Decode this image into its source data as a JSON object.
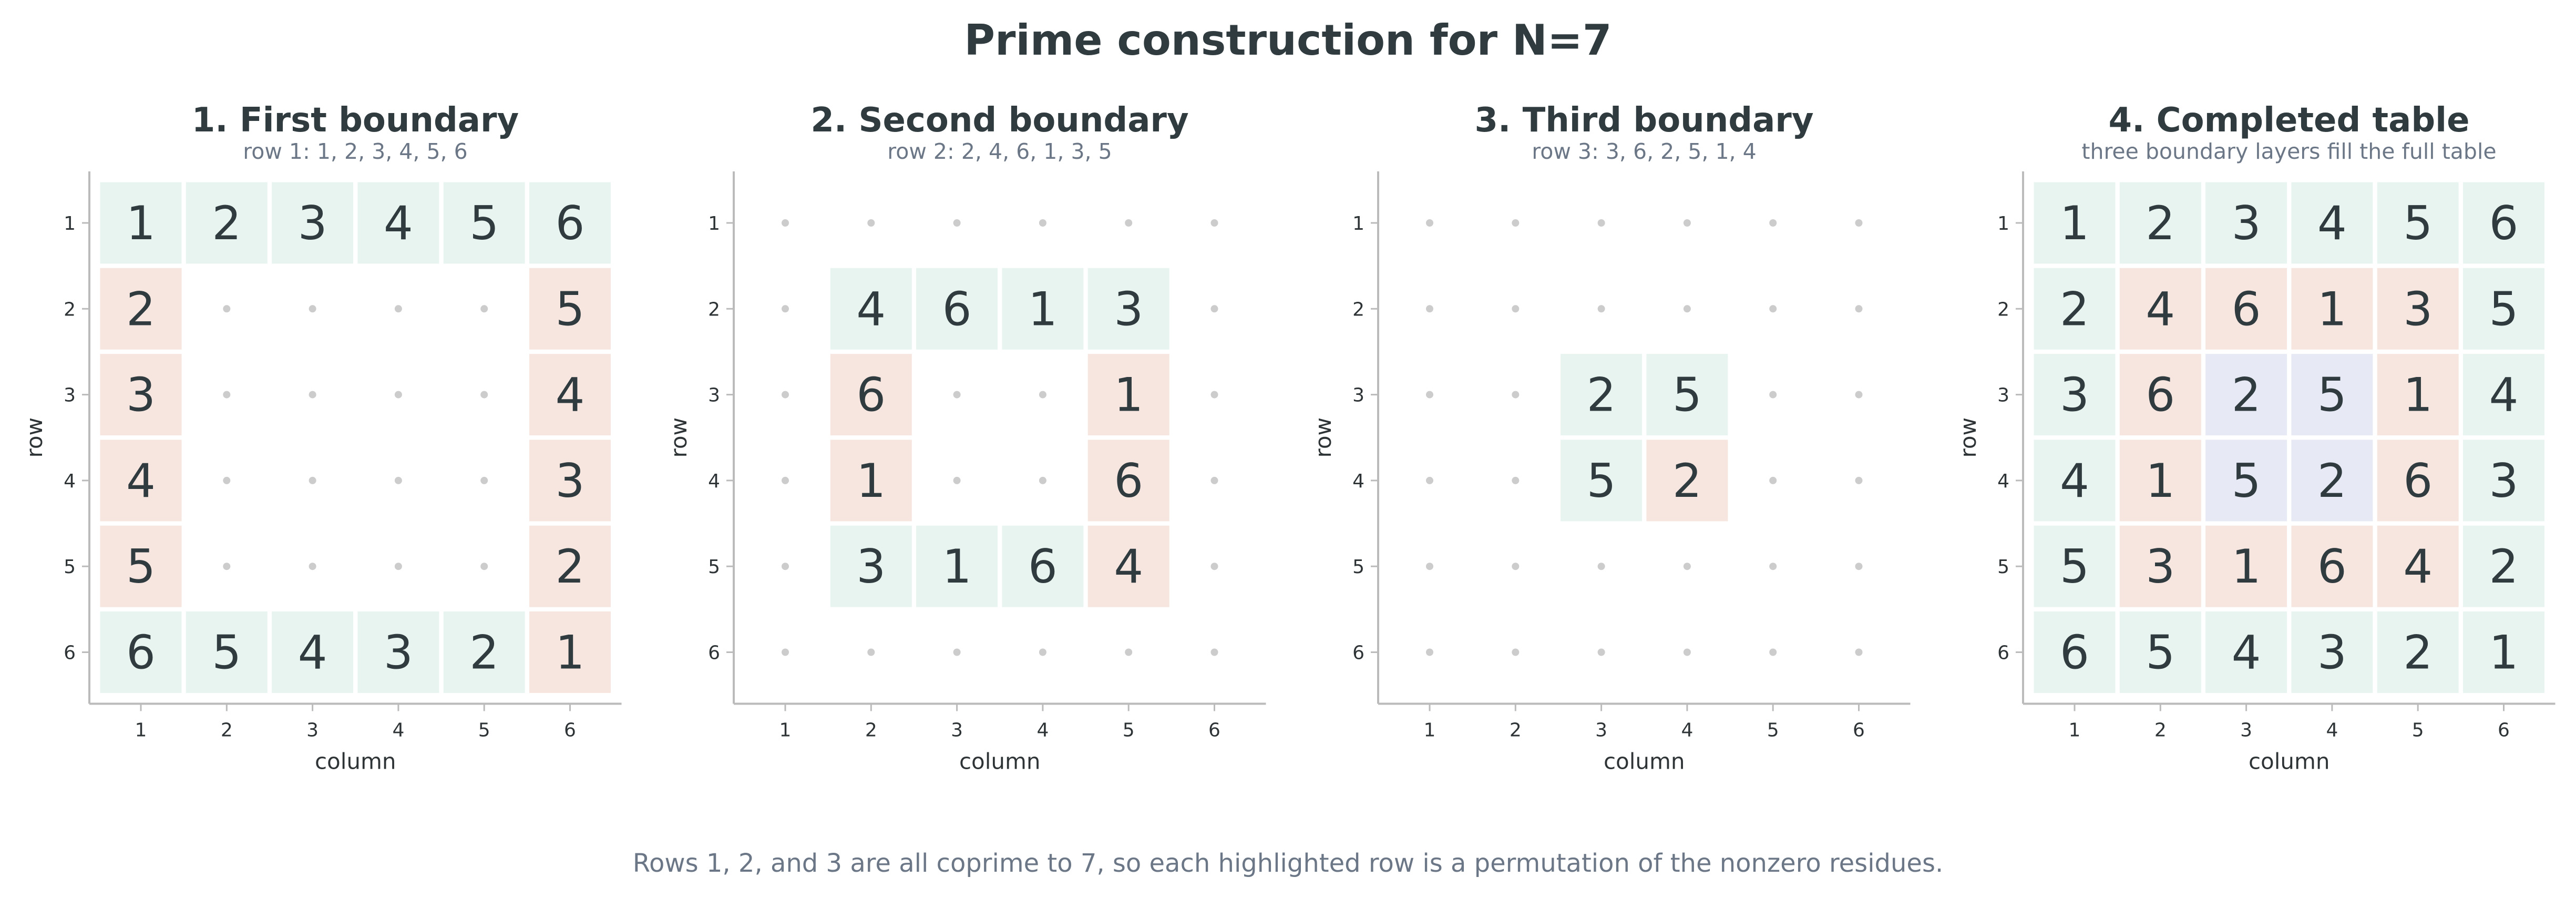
{
  "title": "Prime construction for N=7",
  "caption": "Rows 1, 2, and 3 are all coprime to 7, so each highlighted row is a permutation of the nonzero residues.",
  "colors": {
    "outer": "#e8f4ef",
    "second": "#f6e6df",
    "third": "#e7eaf4",
    "dot": "#cccccc",
    "axis": "#bbbbbb"
  },
  "axes": {
    "xlabel": "column",
    "ylabel": "row",
    "ticks": [
      "1",
      "2",
      "3",
      "4",
      "5",
      "6"
    ]
  },
  "panels": [
    {
      "title": "1. First boundary",
      "subtitle": "row 1: 1, 2, 3, 4, 5, 6",
      "cells": [
        {
          "r": 1,
          "c": 1,
          "v": "1",
          "s": "outer"
        },
        {
          "r": 1,
          "c": 2,
          "v": "2",
          "s": "outer"
        },
        {
          "r": 1,
          "c": 3,
          "v": "3",
          "s": "outer"
        },
        {
          "r": 1,
          "c": 4,
          "v": "4",
          "s": "outer"
        },
        {
          "r": 1,
          "c": 5,
          "v": "5",
          "s": "outer"
        },
        {
          "r": 1,
          "c": 6,
          "v": "6",
          "s": "outer"
        },
        {
          "r": 2,
          "c": 1,
          "v": "2",
          "s": "second"
        },
        {
          "r": 2,
          "c": 6,
          "v": "5",
          "s": "second"
        },
        {
          "r": 3,
          "c": 1,
          "v": "3",
          "s": "second"
        },
        {
          "r": 3,
          "c": 6,
          "v": "4",
          "s": "second"
        },
        {
          "r": 4,
          "c": 1,
          "v": "4",
          "s": "second"
        },
        {
          "r": 4,
          "c": 6,
          "v": "3",
          "s": "second"
        },
        {
          "r": 5,
          "c": 1,
          "v": "5",
          "s": "second"
        },
        {
          "r": 5,
          "c": 6,
          "v": "2",
          "s": "second"
        },
        {
          "r": 6,
          "c": 1,
          "v": "6",
          "s": "outer"
        },
        {
          "r": 6,
          "c": 2,
          "v": "5",
          "s": "outer"
        },
        {
          "r": 6,
          "c": 3,
          "v": "4",
          "s": "outer"
        },
        {
          "r": 6,
          "c": 4,
          "v": "3",
          "s": "outer"
        },
        {
          "r": 6,
          "c": 5,
          "v": "2",
          "s": "outer"
        },
        {
          "r": 6,
          "c": 6,
          "v": "1",
          "s": "second"
        }
      ]
    },
    {
      "title": "2. Second boundary",
      "subtitle": "row 2: 2, 4, 6, 1, 3, 5",
      "cells": [
        {
          "r": 2,
          "c": 2,
          "v": "4",
          "s": "outer"
        },
        {
          "r": 2,
          "c": 3,
          "v": "6",
          "s": "outer"
        },
        {
          "r": 2,
          "c": 4,
          "v": "1",
          "s": "outer"
        },
        {
          "r": 2,
          "c": 5,
          "v": "3",
          "s": "outer"
        },
        {
          "r": 3,
          "c": 2,
          "v": "6",
          "s": "second"
        },
        {
          "r": 3,
          "c": 5,
          "v": "1",
          "s": "second"
        },
        {
          "r": 4,
          "c": 2,
          "v": "1",
          "s": "second"
        },
        {
          "r": 4,
          "c": 5,
          "v": "6",
          "s": "second"
        },
        {
          "r": 5,
          "c": 2,
          "v": "3",
          "s": "outer"
        },
        {
          "r": 5,
          "c": 3,
          "v": "1",
          "s": "outer"
        },
        {
          "r": 5,
          "c": 4,
          "v": "6",
          "s": "outer"
        },
        {
          "r": 5,
          "c": 5,
          "v": "4",
          "s": "second"
        }
      ]
    },
    {
      "title": "3. Third boundary",
      "subtitle": "row 3: 3, 6, 2, 5, 1, 4",
      "cells": [
        {
          "r": 3,
          "c": 3,
          "v": "2",
          "s": "outer"
        },
        {
          "r": 3,
          "c": 4,
          "v": "5",
          "s": "outer"
        },
        {
          "r": 4,
          "c": 3,
          "v": "5",
          "s": "outer"
        },
        {
          "r": 4,
          "c": 4,
          "v": "2",
          "s": "second"
        }
      ]
    },
    {
      "title": "4. Completed table",
      "subtitle": "three boundary layers fill the full table",
      "cells": [
        {
          "r": 1,
          "c": 1,
          "v": "1",
          "s": "outer"
        },
        {
          "r": 1,
          "c": 2,
          "v": "2",
          "s": "outer"
        },
        {
          "r": 1,
          "c": 3,
          "v": "3",
          "s": "outer"
        },
        {
          "r": 1,
          "c": 4,
          "v": "4",
          "s": "outer"
        },
        {
          "r": 1,
          "c": 5,
          "v": "5",
          "s": "outer"
        },
        {
          "r": 1,
          "c": 6,
          "v": "6",
          "s": "outer"
        },
        {
          "r": 2,
          "c": 1,
          "v": "2",
          "s": "outer"
        },
        {
          "r": 2,
          "c": 2,
          "v": "4",
          "s": "second"
        },
        {
          "r": 2,
          "c": 3,
          "v": "6",
          "s": "second"
        },
        {
          "r": 2,
          "c": 4,
          "v": "1",
          "s": "second"
        },
        {
          "r": 2,
          "c": 5,
          "v": "3",
          "s": "second"
        },
        {
          "r": 2,
          "c": 6,
          "v": "5",
          "s": "outer"
        },
        {
          "r": 3,
          "c": 1,
          "v": "3",
          "s": "outer"
        },
        {
          "r": 3,
          "c": 2,
          "v": "6",
          "s": "second"
        },
        {
          "r": 3,
          "c": 3,
          "v": "2",
          "s": "third"
        },
        {
          "r": 3,
          "c": 4,
          "v": "5",
          "s": "third"
        },
        {
          "r": 3,
          "c": 5,
          "v": "1",
          "s": "second"
        },
        {
          "r": 3,
          "c": 6,
          "v": "4",
          "s": "outer"
        },
        {
          "r": 4,
          "c": 1,
          "v": "4",
          "s": "outer"
        },
        {
          "r": 4,
          "c": 2,
          "v": "1",
          "s": "second"
        },
        {
          "r": 4,
          "c": 3,
          "v": "5",
          "s": "third"
        },
        {
          "r": 4,
          "c": 4,
          "v": "2",
          "s": "third"
        },
        {
          "r": 4,
          "c": 5,
          "v": "6",
          "s": "second"
        },
        {
          "r": 4,
          "c": 6,
          "v": "3",
          "s": "outer"
        },
        {
          "r": 5,
          "c": 1,
          "v": "5",
          "s": "outer"
        },
        {
          "r": 5,
          "c": 2,
          "v": "3",
          "s": "second"
        },
        {
          "r": 5,
          "c": 3,
          "v": "1",
          "s": "second"
        },
        {
          "r": 5,
          "c": 4,
          "v": "6",
          "s": "second"
        },
        {
          "r": 5,
          "c": 5,
          "v": "4",
          "s": "second"
        },
        {
          "r": 5,
          "c": 6,
          "v": "2",
          "s": "outer"
        },
        {
          "r": 6,
          "c": 1,
          "v": "6",
          "s": "outer"
        },
        {
          "r": 6,
          "c": 2,
          "v": "5",
          "s": "outer"
        },
        {
          "r": 6,
          "c": 3,
          "v": "4",
          "s": "outer"
        },
        {
          "r": 6,
          "c": 4,
          "v": "3",
          "s": "outer"
        },
        {
          "r": 6,
          "c": 5,
          "v": "2",
          "s": "outer"
        },
        {
          "r": 6,
          "c": 6,
          "v": "1",
          "s": "outer"
        }
      ]
    }
  ]
}
